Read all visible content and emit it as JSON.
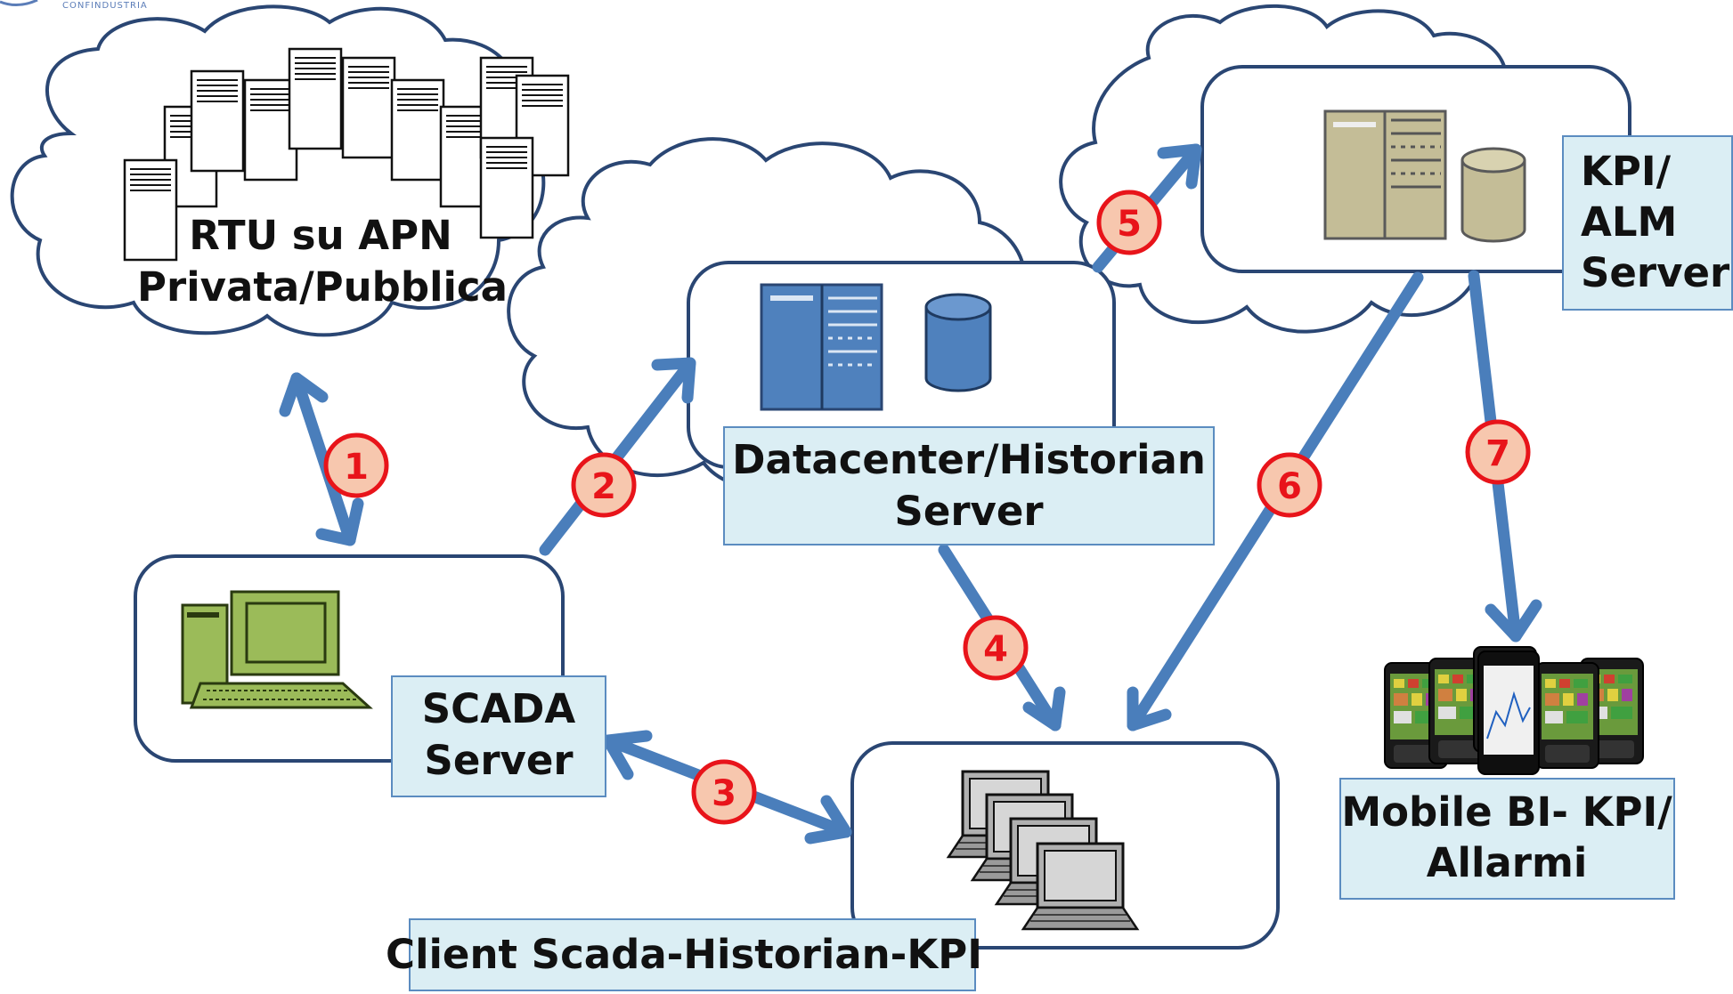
{
  "logo": {
    "text": "CONFINDUSTRIA"
  },
  "nodes": {
    "rtu": {
      "line1": "RTU su APN",
      "line2": "Privata/Pubblica"
    },
    "historian": {
      "line1": "Datacenter/Historian",
      "line2": "Server"
    },
    "kpi": {
      "line1": "KPI/",
      "line2": "ALM",
      "line3": "Server"
    },
    "scada": {
      "line1": "SCADA",
      "line2": "Server"
    },
    "client": {
      "line1": "Client Scada-Historian-KPI"
    },
    "mobile": {
      "line1": "Mobile BI- KPI/",
      "line2": "Allarmi"
    }
  },
  "flows": [
    {
      "number": "1"
    },
    {
      "number": "2"
    },
    {
      "number": "3"
    },
    {
      "number": "4"
    },
    {
      "number": "5"
    },
    {
      "number": "6"
    },
    {
      "number": "7"
    }
  ],
  "colors": {
    "arrow": "#4a7ebb",
    "label_fill": "#dbeef4",
    "badge_fill": "#f7c7ae",
    "badge_stroke": "#e8141a",
    "server_blue": "#4f81bd",
    "server_tan": "#c4bd97",
    "computer_green": "#9bbb59"
  }
}
